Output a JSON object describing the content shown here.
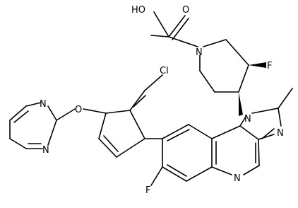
{
  "atoms": {
    "ho": "HO",
    "o_carbonyl": "O",
    "n_piperidine": "N",
    "f_piperidine": "F",
    "n1": "N",
    "n3": "N",
    "n_quinoline": "N",
    "f_quinoline": "F",
    "cl": "Cl",
    "o_ether": "O",
    "n_pyr1": "N",
    "n_pyr2": "N"
  }
}
